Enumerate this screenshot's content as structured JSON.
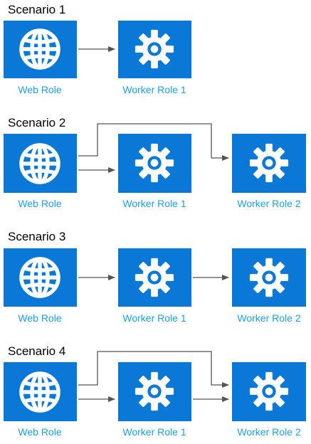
{
  "colors": {
    "tile": "#0a78d7",
    "label": "#1aa0e0",
    "connector": "#555555",
    "title": "#000000",
    "icon": "#ffffff"
  },
  "scenarios": [
    {
      "title": "Scenario 1",
      "web_label": "Web Role",
      "worker1_label": "Worker Role 1"
    },
    {
      "title": "Scenario 2",
      "web_label": "Web Role",
      "worker1_label": "Worker Role 1",
      "worker2_label": "Worker Role 2"
    },
    {
      "title": "Scenario 3",
      "web_label": "Web Role",
      "worker1_label": "Worker Role 1",
      "worker2_label": "Worker Role 2"
    },
    {
      "title": "Scenario 4",
      "web_label": "Web Role",
      "worker1_label": "Worker Role 1",
      "worker2_label": "Worker Role 2"
    }
  ],
  "icons": {
    "web": "globe-icon",
    "worker": "gear-icon"
  }
}
